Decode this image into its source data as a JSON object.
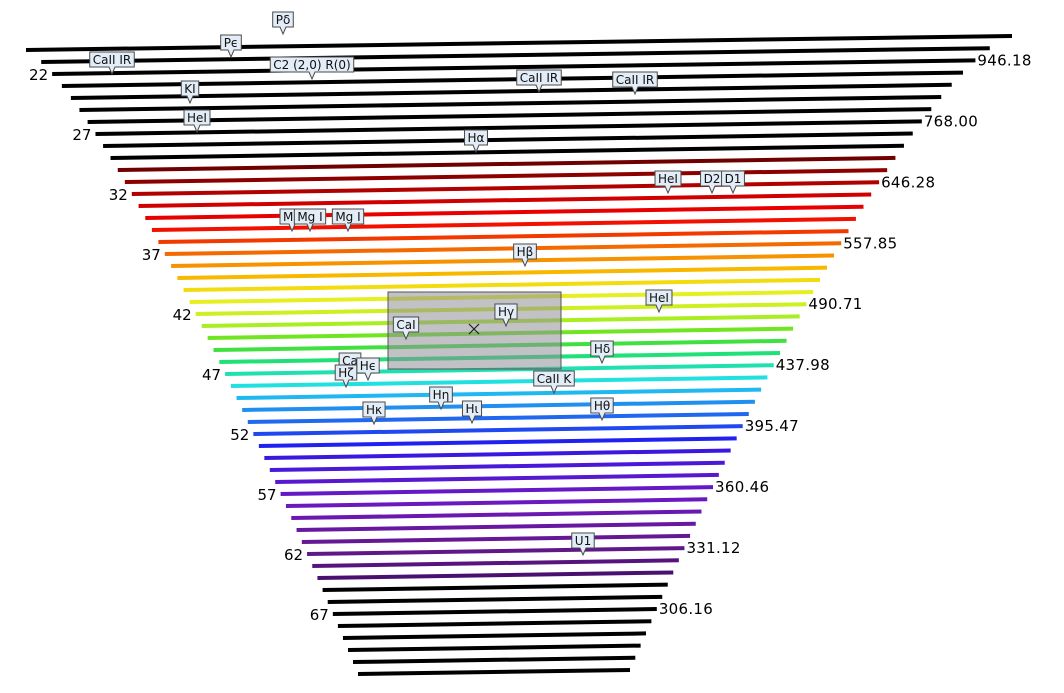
{
  "colors": {
    "background": "#ffffff",
    "orders": [
      "#000000",
      "#000000",
      "#000000",
      "#000000",
      "#000000",
      "#000000",
      "#000000",
      "#000000",
      "#000000",
      "#000000",
      "#6e0000",
      "#8c0000",
      "#b00000",
      "#d00000",
      "#e80000",
      "#f21000",
      "#f23a00",
      "#f56a00",
      "#f79200",
      "#f8b800",
      "#f2dc10",
      "#e6ef20",
      "#cdf020",
      "#a8ee20",
      "#70e620",
      "#40e040",
      "#20e078",
      "#20e0b0",
      "#20e0e0",
      "#20b8f0",
      "#2090f0",
      "#2068f0",
      "#2048f0",
      "#2020f0",
      "#3a18e0",
      "#4a18d8",
      "#5818d0",
      "#6418c8",
      "#6a18c0",
      "#6a18b0",
      "#6818a0",
      "#661894",
      "#601888",
      "#58147e",
      "#4a1070",
      "#000000",
      "#000000",
      "#000000",
      "#000000",
      "#000000",
      "#000000",
      "#000000",
      "#000000"
    ],
    "marker_fill": "#e3edf8",
    "selection": "#8e8e98"
  },
  "order_labels": [
    "22",
    "27",
    "32",
    "37",
    "42",
    "47",
    "52",
    "57",
    "62",
    "67"
  ],
  "wavelength_labels": [
    "946.18",
    "768.00",
    "646.28",
    "557.85",
    "490.71",
    "437.98",
    "395.47",
    "360.46",
    "331.12",
    "306.16"
  ],
  "line_markers": [
    "Pϵ",
    "Pδ",
    "CaII IR",
    "C2 (2,0) R(0)",
    "CaII IR",
    "CaII IR",
    "KI",
    "HeI",
    "Hα",
    "HeI",
    "D2",
    "D1",
    "Mg",
    "Mg I",
    "Mg I",
    "Hβ",
    "HeI",
    "Hγ",
    "CaI",
    "Hδ",
    "Ca",
    "Hϵ",
    "Hζ",
    "CaII K",
    "Hη",
    "Hκ",
    "Hι",
    "Hθ",
    "U1"
  ],
  "icons": {
    "selection_center": "crosshair-icon"
  }
}
